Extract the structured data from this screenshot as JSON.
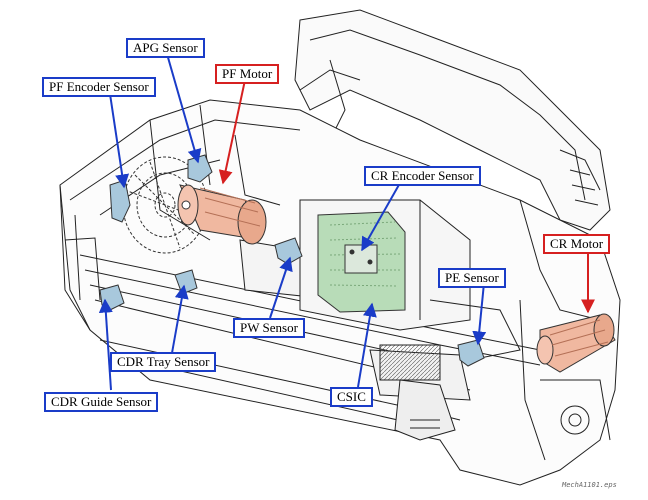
{
  "labels": {
    "apg_sensor": "APG Sensor",
    "pf_encoder_sensor": "PF Encoder Sensor",
    "pf_motor": "PF Motor",
    "cr_encoder_sensor": "CR Encoder Sensor",
    "cr_motor": "CR Motor",
    "pe_sensor": "PE Sensor",
    "pw_sensor": "PW Sensor",
    "cdr_tray_sensor": "CDR Tray Sensor",
    "cdr_guide_sensor": "CDR Guide Sensor",
    "csic": "CSIC"
  },
  "caption": "MechA1101.eps",
  "colors": {
    "sensor_border": "#1a3cc8",
    "motor_border": "#d62020",
    "sensor_fill": "#a8c8dc",
    "motor_fill": "#f0b8a0",
    "board_fill": "#b8dcb8"
  }
}
